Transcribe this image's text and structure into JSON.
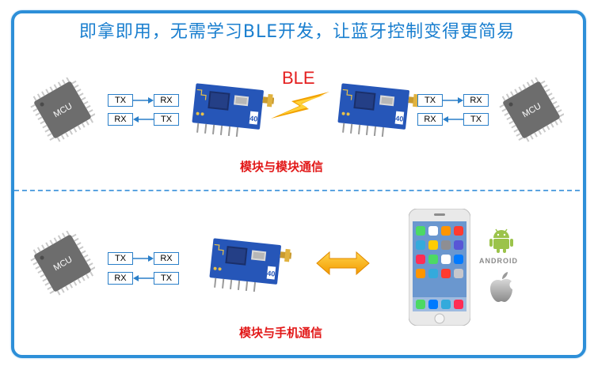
{
  "title": "即拿即用，无需学习BLE开发，让蓝牙控制变得更简易",
  "mcu_label": "MCU",
  "tx": "TX",
  "rx": "RX",
  "module_label": "40",
  "ble_label": "BLE",
  "caption_top": "模块与模块通信",
  "caption_bottom": "模块与手机通信",
  "android_text": "ANDROID",
  "colors": {
    "frame_border": "#2d8fd8",
    "title": "#1a7fcf",
    "caption": "#e21818",
    "ble_text": "#e41f1f",
    "pill_border": "#2a7fc9",
    "module_blue": "#2656b8",
    "lightning": "#f2a100",
    "android_green": "#9bc34a"
  },
  "icons": [
    "mcu-chip-icon",
    "ble-module-icon",
    "lightning-icon",
    "double-arrow-icon",
    "smartphone-icon",
    "android-icon",
    "apple-icon"
  ]
}
